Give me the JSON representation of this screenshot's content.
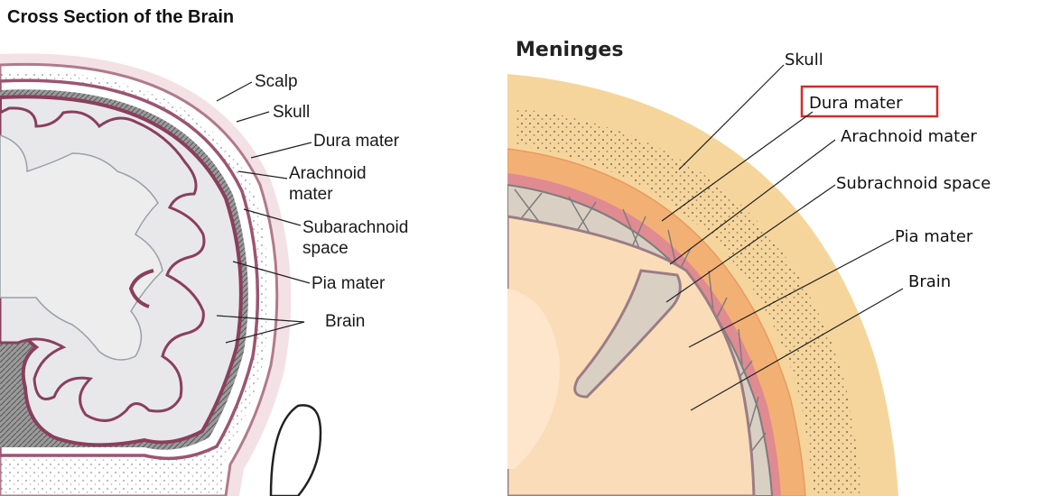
{
  "left_panel": {
    "title": "Cross Section of the Brain",
    "labels": {
      "scalp": "Scalp",
      "skull": "Skull",
      "dura": "Dura mater",
      "arachnoid_1": "Arachnoid",
      "arachnoid_2": "mater",
      "subarachnoid_1": "Subarachnoid",
      "subarachnoid_2": "space",
      "pia": "Pia mater",
      "brain": "Brain"
    }
  },
  "right_panel": {
    "title": "Meninges",
    "labels": {
      "skull": "Skull",
      "dura": "Dura mater",
      "arachnoid": "Arachnoid mater",
      "subarachnoid": "Subrachnoid space",
      "pia": "Pia mater",
      "brain": "Brain"
    },
    "highlighted": "Dura mater",
    "highlight_color": "#d42a2a"
  },
  "colors": {
    "left_membrane": "#c98aa0",
    "left_brain_fill": "#e8e8ea",
    "right_skull": "#f6d59c",
    "right_dura": "#f3b074",
    "right_pink": "#e08a92",
    "right_subarachnoid": "#d9d0c3",
    "right_brain": "#fbdcb8"
  }
}
